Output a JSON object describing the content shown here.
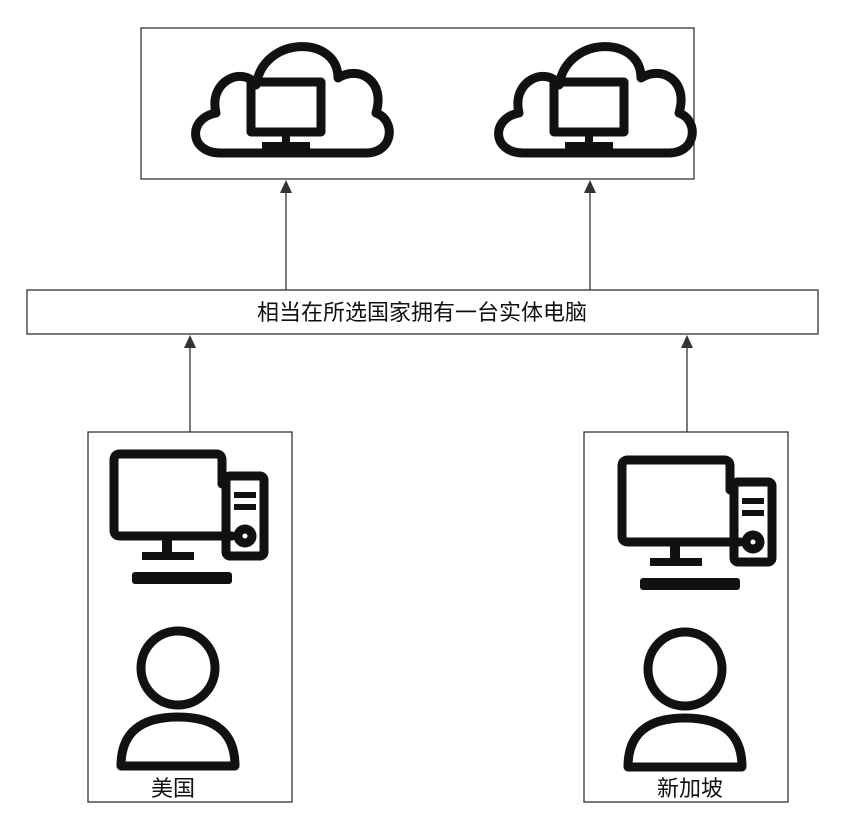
{
  "middle_label": "相当在所选国家拥有一台实体电脑",
  "locations": [
    {
      "label": "美国"
    },
    {
      "label": "新加坡"
    }
  ],
  "colors": {
    "stroke": "#111111",
    "line": "#333333",
    "background": "#ffffff"
  }
}
